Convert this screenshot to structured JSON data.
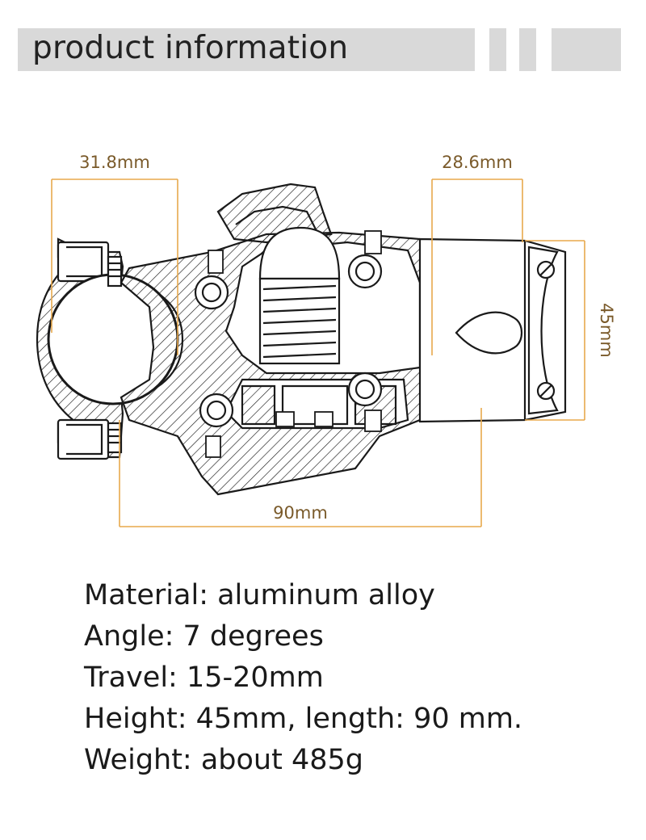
{
  "header": {
    "title": "product information"
  },
  "dimensions": {
    "clamp_diameter": "31.8mm",
    "steerer_diameter": "28.6mm",
    "stack_height": "45mm",
    "length": "90mm"
  },
  "specs": [
    "Material: aluminum alloy",
    "Angle: 7 degrees",
    "Travel: 15-20mm",
    "Height: 45mm, length: 90 mm.",
    "Weight: about 485g"
  ],
  "colors": {
    "dimension_line": "#e8a84c",
    "header_bar": "#d9d9d9",
    "drawing": "#1a1a1a"
  }
}
